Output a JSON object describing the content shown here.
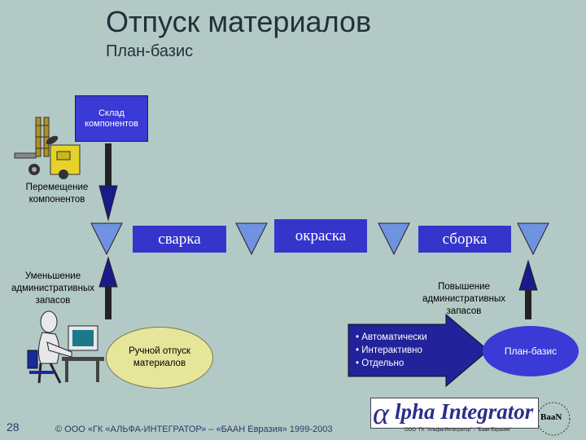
{
  "title": "Отпуск материалов",
  "subtitle": "План-базис",
  "nodes": {
    "sklad": "Склад компонентов",
    "svarka": "сварка",
    "okraska": "окраска",
    "sborka": "сборка",
    "manual": "Ручной отпуск материалов",
    "planbasis": "План-базис"
  },
  "notes": {
    "peremeshenie": "Перемещение компонентов",
    "umenshenie": "Уменьшение административных запасов",
    "povyshenie": "Повышение административных запасов"
  },
  "auto_list": [
    "• Автоматически",
    "• Интерактивно",
    "• Отдельно"
  ],
  "footer": {
    "page_number": "28",
    "copyright": "© ООО «ГК «АЛЬФА-ИНТЕГРАТОР» – «БААН Евразия» 1999-2003"
  },
  "logo": {
    "alpha": "α",
    "text": "lpha Integrator",
    "small": "ООО \"ГК \"Альфа-Интегратор\" - \"Баан Евразия\"",
    "baan": "BaaN"
  },
  "icons": [
    "forklift-icon",
    "user-at-computer-icon",
    "up-arrow-icon",
    "down-arrow-icon",
    "triangle-icon"
  ],
  "colors": {
    "background": "#b3c9c6",
    "process_blue": "#3535cc",
    "triangle_blue": "#6f93e0",
    "ellipse_yellow": "#e6e69b"
  }
}
